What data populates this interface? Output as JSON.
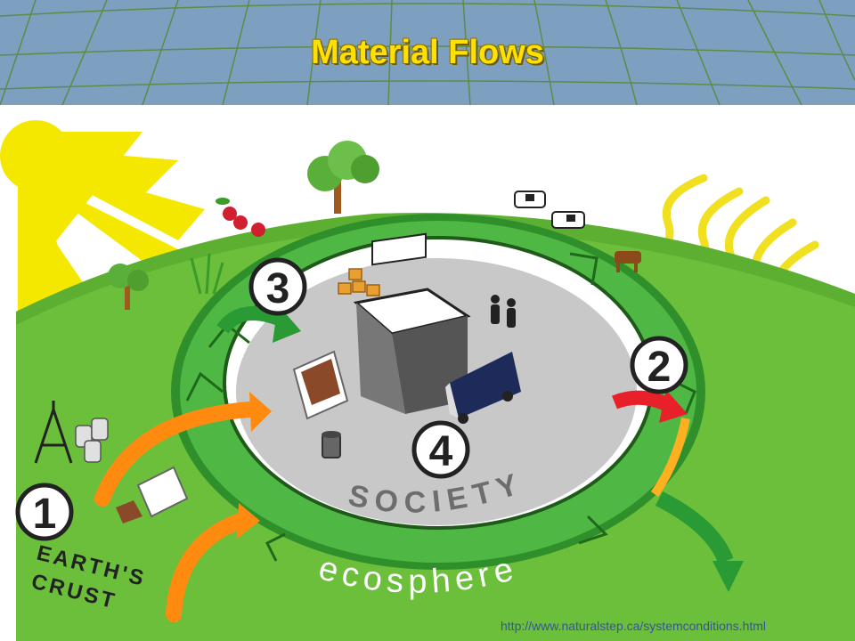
{
  "header": {
    "title": "Material Flows"
  },
  "diagram": {
    "labels": {
      "society": "SOCIETY",
      "ecosphere": "ecosphere",
      "earths_crust_line1": "EARTH'S",
      "earths_crust_line2": "CRUST"
    },
    "markers": [
      "1",
      "2",
      "3",
      "4"
    ]
  },
  "footer": {
    "source_url": "http://www.naturalstep.ca/systemconditions.html"
  },
  "colors": {
    "banner": "#7d9fc0",
    "banner_lines": "#5b8a3a",
    "title": "#ffe000",
    "ecosphere_ring": "#3fa33a",
    "society": "#c8c8c8",
    "sun": "#f5e800",
    "orange_arrow": "#ff8a10",
    "red_arrow": "#e8202a",
    "hill": "#6cbf3a"
  }
}
